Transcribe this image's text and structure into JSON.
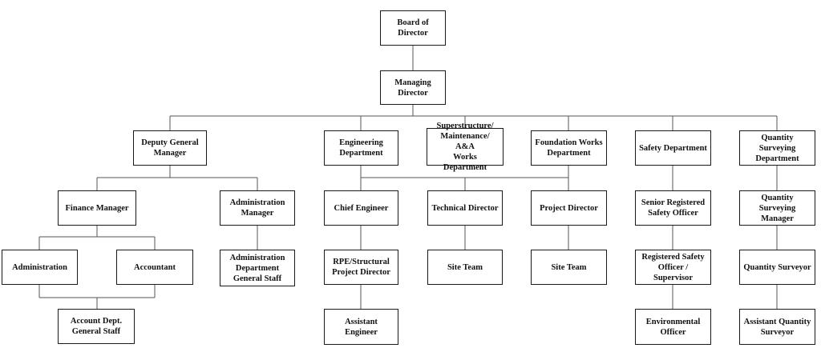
{
  "org_chart": {
    "board": "Board of\nDirector",
    "managing_director": "Managing\nDirector",
    "deputy_gm": "Deputy General\nManager",
    "finance_manager": "Finance Manager",
    "administration": "Administration",
    "accountant": "Accountant",
    "account_staff": "Account Dept.\nGeneral Staff",
    "admin_manager": "Administration\nManager",
    "admin_staff": "Administration\nDepartment\nGeneral Staff",
    "engineering": "Engineering\nDepartment",
    "chief_engineer": "Chief Engineer",
    "rpe_director": "RPE/Structural\nProject Director",
    "assistant_engineer": "Assistant Engineer",
    "superstructure": "Superstructure/\nMaintenance/ A&A\nWorks Department",
    "technical_director": "Technical Director",
    "site_team_1": "Site Team",
    "foundation": "Foundation Works\nDepartment",
    "project_director": "Project Director",
    "site_team_2": "Site Team",
    "safety_dept": "Safety Department",
    "senior_safety": "Senior Registered\nSafety Officer",
    "reg_safety": "Registered Safety\nOfficer / Supervisor",
    "environmental": "Environmental\nOfficer",
    "qs_dept": "Quantity Surveying\nDepartment",
    "qs_manager": "Quantity Surveying\nManager",
    "qs": "Quantity Surveyor",
    "assistant_qs": "Assistant Quantity\nSurveyor"
  }
}
